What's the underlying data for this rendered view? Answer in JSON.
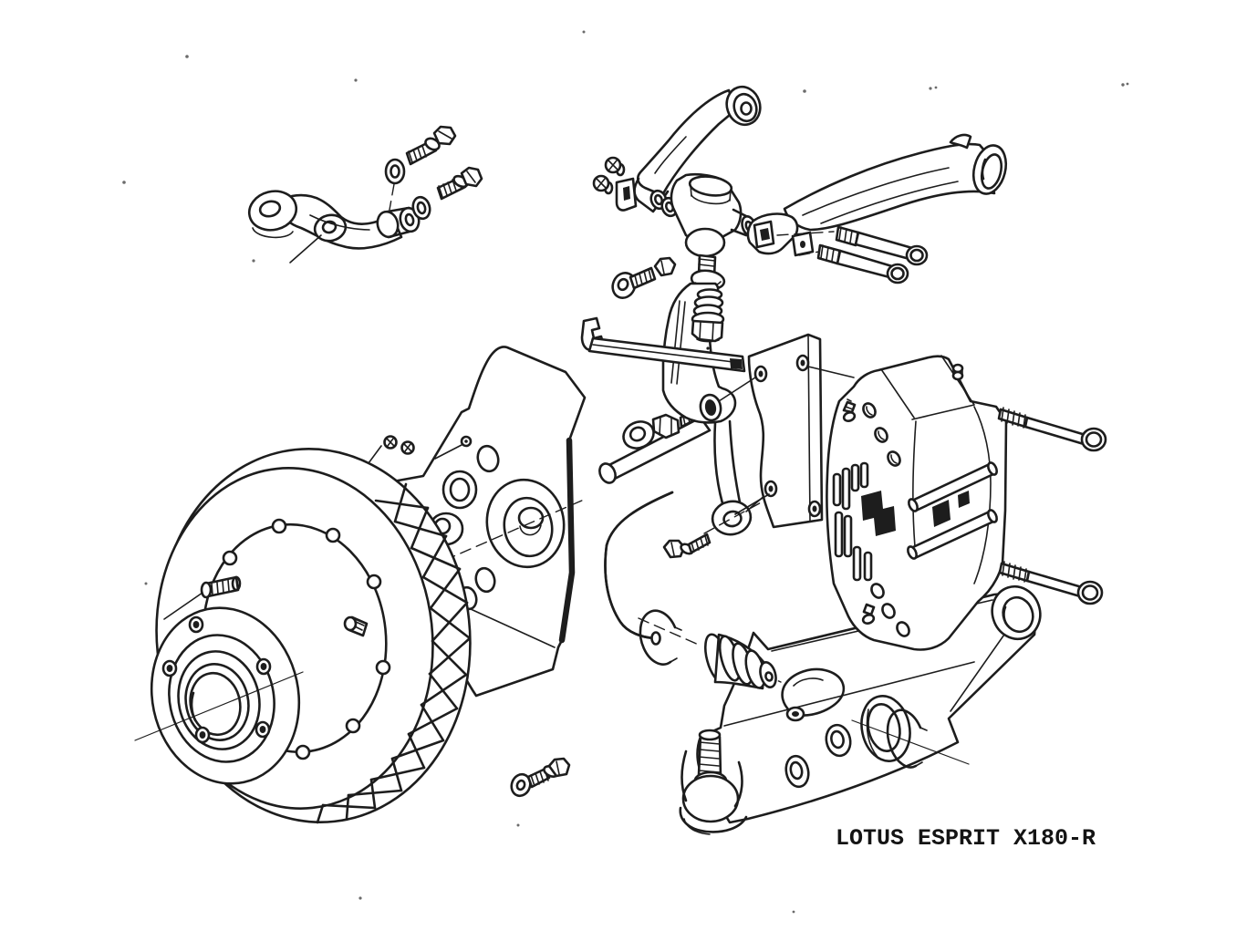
{
  "caption": "LOTUS ESPRIT X180-R",
  "palette": {
    "ink": "#1d1d1d",
    "paper": "#ffffff"
  },
  "figure": {
    "type": "exploded-parts-diagram",
    "subject": "front suspension and brake assembly",
    "parts": [
      "steering arm",
      "steering arm bolts and washers",
      "upper wishbone front arm",
      "upper trunnion ball joint",
      "upper wishbone rear arm",
      "wishbone mount bolts",
      "trunnion pivot bolt",
      "steering knuckle upright",
      "coil spring washer and nut",
      "stub axle with washer and nut",
      "brake dust shield",
      "vented brake disc",
      "wheel hub with studs",
      "wheel stud",
      "caliper adapter plate",
      "brake caliper",
      "caliper mounting bolts",
      "anti-roll bar drop link",
      "knuckle eye bolt",
      "lower wishbone",
      "bump stop",
      "circlip inner",
      "circlip outer",
      "lower ball joint",
      "hub retaining bolt"
    ]
  }
}
